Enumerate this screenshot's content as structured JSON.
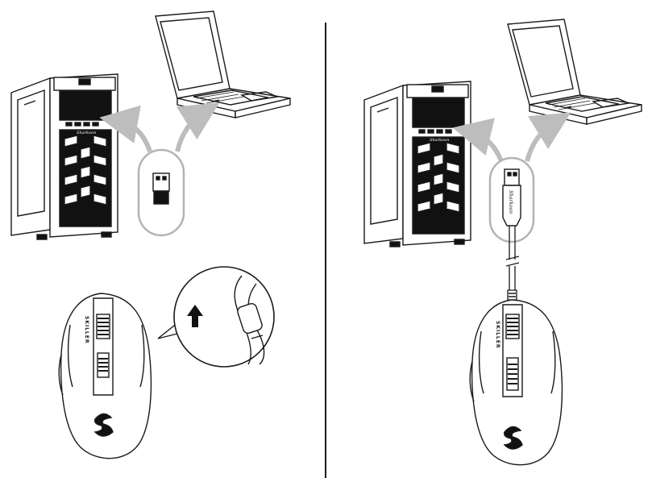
{
  "left_panel": {
    "case_logo_text": "Sharkoon",
    "mouse_model_text": "SKILLER"
  },
  "right_panel": {
    "case_logo_text": "Sharkoon",
    "cable_logo_text": "Sharkoon",
    "mouse_model_text": "SKILLER"
  },
  "colors": {
    "line": "#1a1a1a",
    "dark_fill": "#111111",
    "callout_gray": "#b4b4b4",
    "arrow_gray": "#bdbdbd"
  }
}
